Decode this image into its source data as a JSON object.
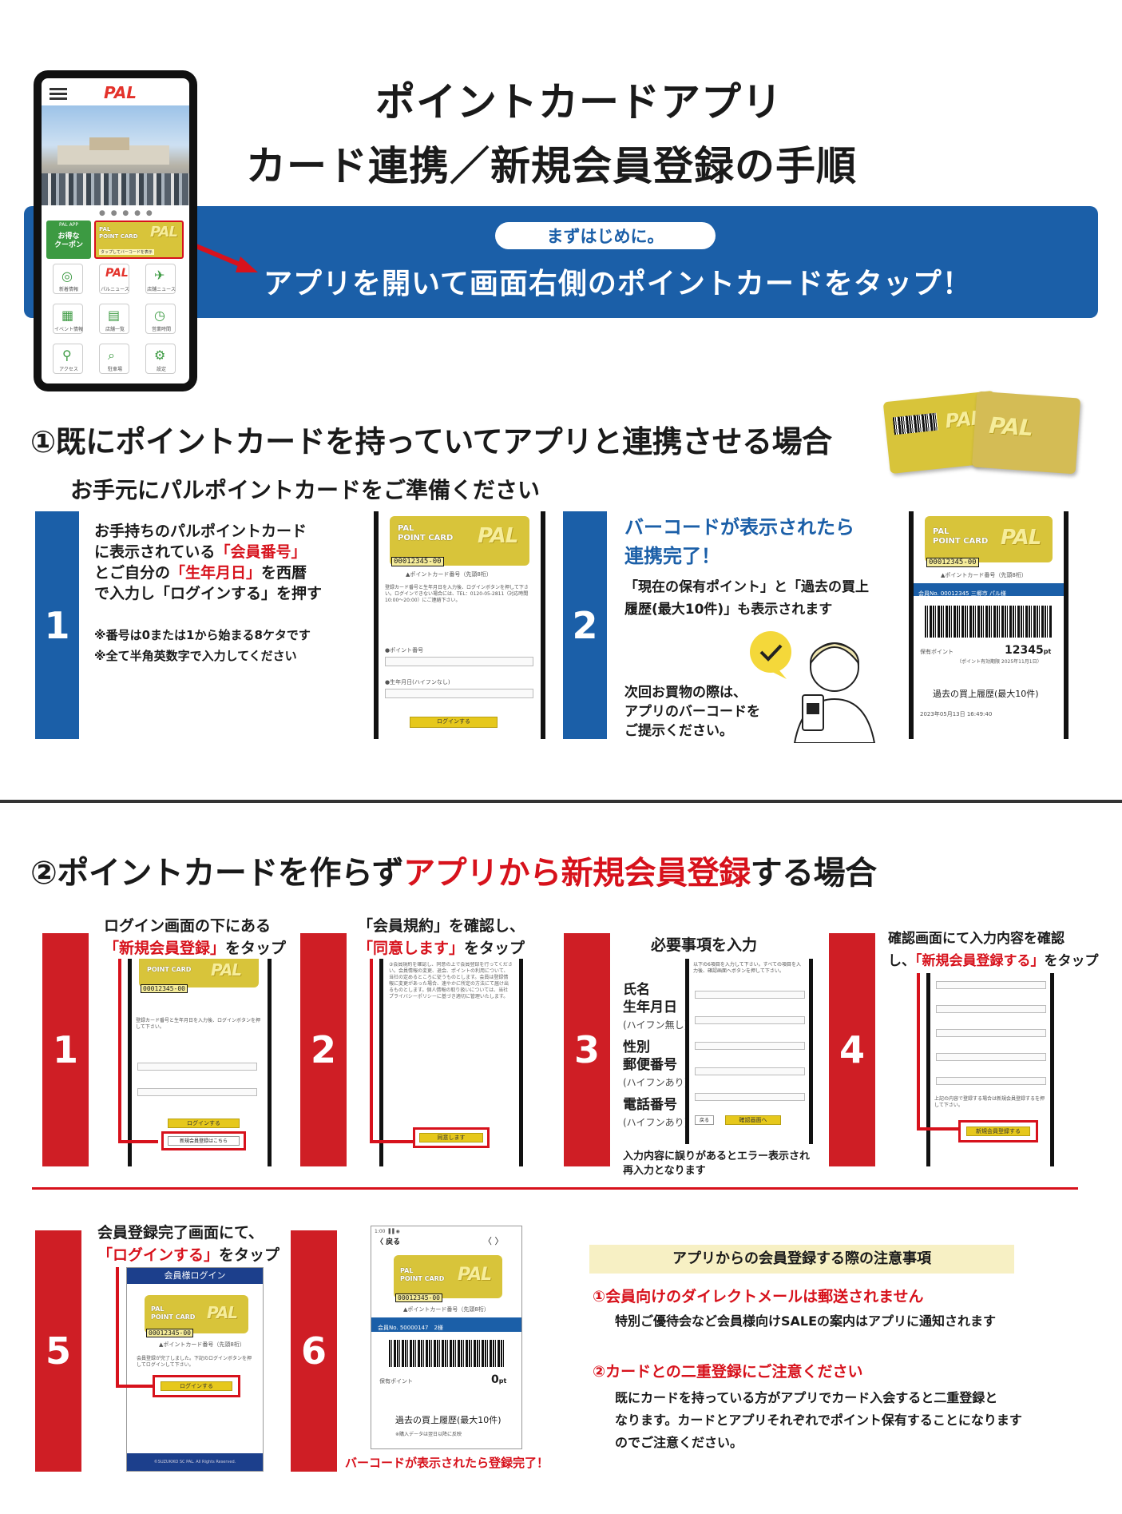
{
  "header": {
    "title_line1": "ポイントカードアプリ",
    "title_line2": "カード連携／新規会員登録の手順",
    "intro_badge": "まずはじめに。",
    "intro_text": "アプリを開いて画面右側のポイントカードをタップ！"
  },
  "phone_app": {
    "logo": "PAL",
    "coupon_label": "お得な\nクーポン",
    "coupon_top": "PAL APP",
    "card_label_1": "PAL",
    "card_label_2": "POINT CARD",
    "card_tap": "タップしてバーコードを表示",
    "grid": [
      "新着情報",
      "パルニュース",
      "店舗ニュース",
      "イベント情報",
      "店舗一覧",
      "営業時間",
      "アクセス",
      "駐車場",
      "設定"
    ]
  },
  "section1": {
    "title": "①既にポイントカードを持っていてアプリと連携させる場合",
    "subtitle": "お手元にパルポイントカードをご準備ください",
    "step1": {
      "number": "1",
      "line1": "お手持ちのパルポイントカード",
      "line2_a": "に表示されている",
      "line2_b": "「会員番号」",
      "line3_a": "とご自分の",
      "line3_b": "「生年月日」",
      "line3_c": "を西暦",
      "line4": "で入力し「ログインする」を押す",
      "note1": "※番号は0または1から始まる8ケタです",
      "note2": "※全て半角英数字で入力してください"
    },
    "step2": {
      "number": "2",
      "head1": "バーコードが表示されたら",
      "head2": "連携完了！",
      "body1": "「現在の保有ポイント」と「過去の買上",
      "body2": "履歴(最大10件)」も表示されます",
      "next1": "次回お買物の際は、",
      "next2": "アプリのバーコードを",
      "next3": "ご提示ください。"
    },
    "mock_login": {
      "card_num": "00012345-00",
      "caption": "▲ポイントカード番号（先頭8桁）",
      "desc": "登録カード番号と生年月日を入力後、ログインボタンを押して下さい。ログインできない場合には、TEL：0120-05-2811（対応時間 10:00〜20:00）にご連絡下さい。",
      "field1": "●ポイント番号",
      "field2": "●生年月日(ハイフンなし)",
      "button": "ログインする"
    },
    "mock_done": {
      "card_num": "00012345-00",
      "caption": "▲ポイントカード番号（先頭8桁）",
      "member": "会員No. 00012345 三郷市 パル様",
      "points_label": "保有ポイント",
      "points_value": "12345",
      "points_unit": "pt",
      "points_note": "（ポイント有効期限 2025年11月1日）",
      "history_title": "過去の買上履歴(最大10件)",
      "history_item": "2023年05月13日 16:49:40"
    },
    "cards_logo": "PAL"
  },
  "section2": {
    "title_a": "②ポイントカードを作らず",
    "title_b": "アプリから新規会員登録",
    "title_c": "する場合",
    "step1": {
      "number": "1",
      "line1": "ログイン画面の下にある",
      "line2_a": "「新規会員登録」",
      "line2_b": "をタップ",
      "card_num": "00012345-00",
      "btn_login": "ログインする",
      "btn_new": "新規会員登録はこちら"
    },
    "step2": {
      "number": "2",
      "line1": "「会員規約」を確認し、",
      "line2_a": "「同意します」",
      "line2_b": "をタップ",
      "btn": "同意します"
    },
    "step3": {
      "number": "3",
      "title": "必要事項を入力",
      "labels": [
        "氏名",
        "生年月日",
        "(ハイフン無し)",
        "性別",
        "郵便番号",
        "(ハイフンあり)",
        "電話番号",
        "(ハイフンあり)"
      ],
      "error1": "入力内容に誤りがあるとエラー表示され",
      "error2": "再入力となります",
      "btn_back": "戻る",
      "btn_confirm": "確認画面へ"
    },
    "step4": {
      "number": "4",
      "line1": "確認画面にて入力内容を確認",
      "line2_a": "し、",
      "line2_b": "「新規会員登録する」",
      "line2_c": "をタップ",
      "btn": "新規会員登録する"
    },
    "step5": {
      "number": "5",
      "line1": "会員登録完了画面にて、",
      "line2_a": "「ログインする」",
      "line2_b": "をタップ",
      "screen_title": "会員様ログイン",
      "btn": "ログインする",
      "footer": "©SUZUKIKO SC PAL. All Rights Reserved."
    },
    "step6": {
      "number": "6",
      "back": "〈 戻る",
      "member": "会員No. 50000147　2様",
      "points_label": "保有ポイント",
      "points_value": "0",
      "points_unit": "pt",
      "history_title": "過去の買上履歴(最大10件)",
      "complete": "バーコードが表示されたら登録完了！"
    },
    "notes": {
      "title": "アプリからの会員登録する際の注意事項",
      "n1_head": "①会員向けのダイレクトメールは郵送されません",
      "n1_body": "特別ご優待会など会員様向けSALEの案内はアプリに通知されます",
      "n2_head": "②カードとの二重登録にご注意ください",
      "n2_body1": "既にカードを持っている方がアプリでカード入会すると二重登録と",
      "n2_body2": "なります。カードとアプリそれぞれでポイント保有することになります",
      "n2_body3": "のでご注意ください。"
    }
  },
  "colors": {
    "blue": "#1b5fa8",
    "red": "#cf1e25",
    "gold": "#d8c43a",
    "note_bg": "#f7f0c4"
  }
}
